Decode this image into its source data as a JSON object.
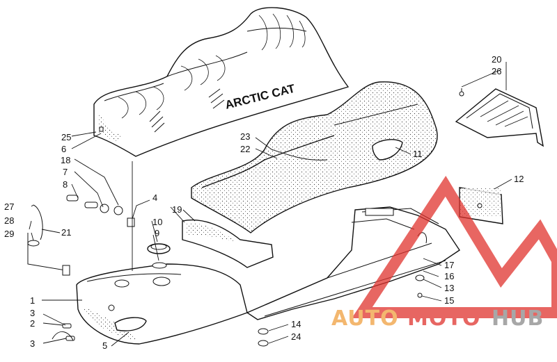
{
  "diagram": {
    "brand_logo": "ARCTIC CAT",
    "watermark": {
      "words": [
        "AUTO",
        "MOTO",
        "HUB"
      ],
      "colors": {
        "red": "#e0332e",
        "orange": "#f0a040",
        "grey": "#8a8a8a"
      }
    },
    "callouts": [
      {
        "id": "c1",
        "text": "1"
      },
      {
        "id": "c2",
        "text": "2"
      },
      {
        "id": "c3a",
        "text": "3"
      },
      {
        "id": "c3b",
        "text": "3"
      },
      {
        "id": "c4",
        "text": "4"
      },
      {
        "id": "c5",
        "text": "5"
      },
      {
        "id": "c6",
        "text": "6"
      },
      {
        "id": "c7",
        "text": "7"
      },
      {
        "id": "c8",
        "text": "8"
      },
      {
        "id": "c9",
        "text": "9"
      },
      {
        "id": "c10",
        "text": "10"
      },
      {
        "id": "c11",
        "text": "11"
      },
      {
        "id": "c12",
        "text": "12"
      },
      {
        "id": "c13",
        "text": "13"
      },
      {
        "id": "c14",
        "text": "14"
      },
      {
        "id": "c15",
        "text": "15"
      },
      {
        "id": "c16",
        "text": "16"
      },
      {
        "id": "c17",
        "text": "17"
      },
      {
        "id": "c18",
        "text": "18"
      },
      {
        "id": "c19",
        "text": "19"
      },
      {
        "id": "c20",
        "text": "20"
      },
      {
        "id": "c21",
        "text": "21"
      },
      {
        "id": "c22",
        "text": "22"
      },
      {
        "id": "c23",
        "text": "23"
      },
      {
        "id": "c24",
        "text": "24"
      },
      {
        "id": "c25",
        "text": "25"
      },
      {
        "id": "c26",
        "text": "26"
      },
      {
        "id": "c27",
        "text": "27"
      },
      {
        "id": "c28",
        "text": "28"
      },
      {
        "id": "c29",
        "text": "29"
      }
    ]
  }
}
